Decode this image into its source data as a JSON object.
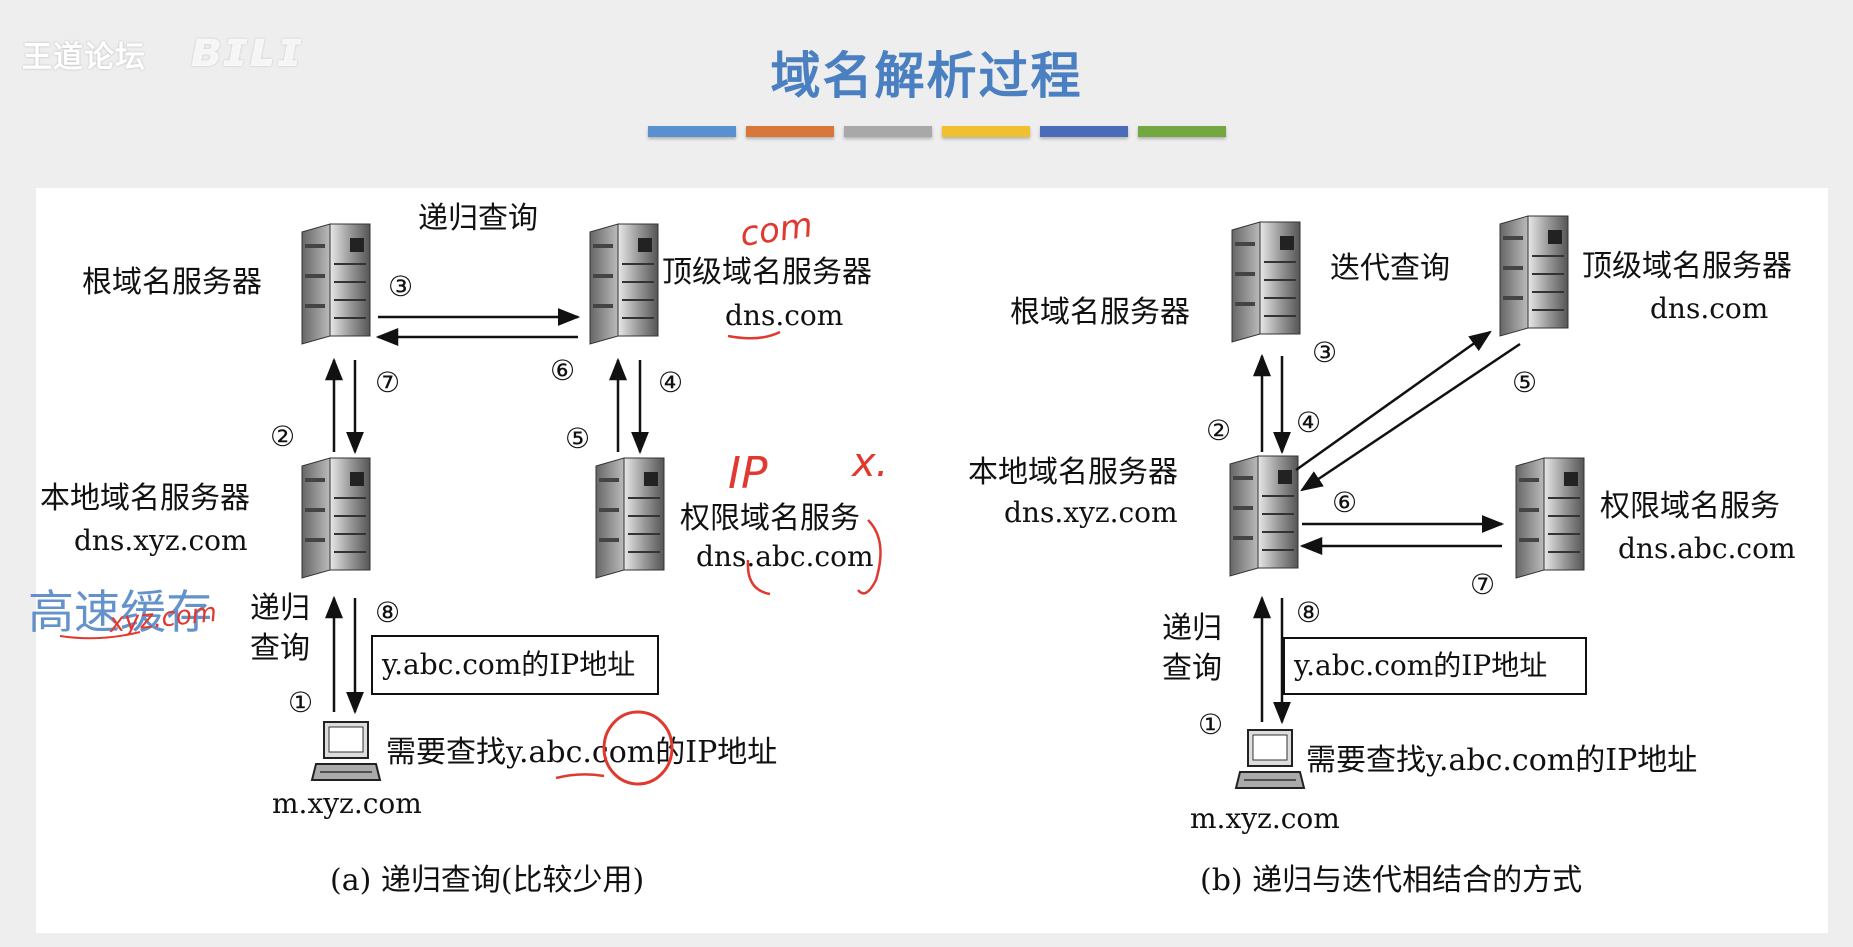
{
  "header": {
    "watermark": "王道论坛",
    "title": "域名解析过程",
    "color_bars": [
      "#5a8fd0",
      "#d9773a",
      "#a8a8a8",
      "#f0c030",
      "#4a6cb8",
      "#73a840"
    ]
  },
  "diagram_a": {
    "caption": "(a) 递归查询(比较少用)",
    "mode_label": "递归查询",
    "root_label": "根域名服务器",
    "tld_label": "顶级域名服务器",
    "tld_host": "dns.com",
    "local_label": "本地域名服务器",
    "local_host": "dns.xyz.com",
    "auth_label": "权限域名服务",
    "auth_host": "dns.abc.com",
    "query_label_1": "递归",
    "query_label_2": "查询",
    "answer_box": "y.abc.com的IP地址",
    "client_request": "需要查找y.abc.com的IP地址",
    "client_host": "m.xyz.com",
    "steps": [
      "①",
      "②",
      "③",
      "④",
      "⑤",
      "⑥",
      "⑦",
      "⑧"
    ]
  },
  "diagram_b": {
    "caption": "(b) 递归与迭代相结合的方式",
    "mode_label": "迭代查询",
    "root_label": "根域名服务器",
    "tld_label": "顶级域名服务器",
    "tld_host": "dns.com",
    "local_label": "本地域名服务器",
    "local_host": "dns.xyz.com",
    "auth_label": "权限域名服务",
    "auth_host": "dns.abc.com",
    "query_label_1": "递归",
    "query_label_2": "查询",
    "answer_box": "y.abc.com的IP地址",
    "client_request": "需要查找y.abc.com的IP地址",
    "client_host": "m.xyz.com",
    "steps": [
      "①",
      "②",
      "③",
      "④",
      "⑤",
      "⑥",
      "⑦",
      "⑧"
    ]
  },
  "annotations": {
    "cache_note": "高速缓存",
    "cache_sub": "xyz.com",
    "tld_note": "com",
    "ip_note": "IP",
    "x_note": "x."
  }
}
